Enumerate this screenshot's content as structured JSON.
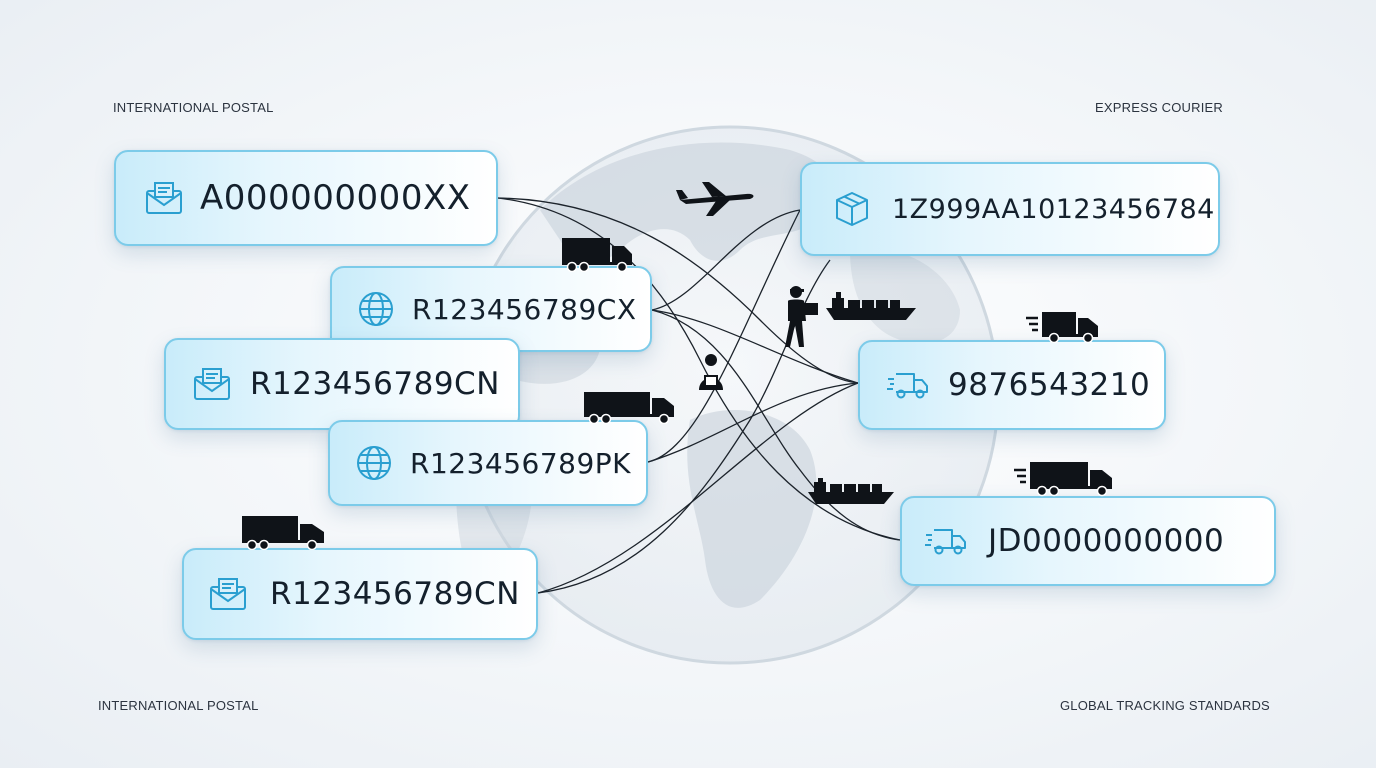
{
  "labels": {
    "top_left": "INTERNATIONAL POSTAL",
    "top_right": "EXPRESS COURIER",
    "bottom_left": "INTERNATIONAL POSTAL",
    "bottom_right": "GLOBAL TRACKING STANDARDS"
  },
  "left_cards": [
    {
      "code": "A000000000XX",
      "icon": "envelope-icon"
    },
    {
      "code": "R123456789CX",
      "icon": "globe-icon"
    },
    {
      "code": "R123456789CN",
      "icon": "envelope-icon"
    },
    {
      "code": "R123456789PK",
      "icon": "globe-icon"
    },
    {
      "code": "R123456789CN",
      "icon": "envelope-icon"
    }
  ],
  "right_cards": [
    {
      "code": "1Z999AA10123456784",
      "icon": "package-icon"
    },
    {
      "code": "9876543210",
      "icon": "delivery-truck-icon"
    },
    {
      "code": "JD0000000000",
      "icon": "delivery-truck-icon"
    }
  ],
  "colors": {
    "accent": "#2a9fd0",
    "card_border": "#7ccbe9",
    "card_fill": "#c9ecfa",
    "vehicle": "#0f1318",
    "globe": "#cfd8e0"
  }
}
